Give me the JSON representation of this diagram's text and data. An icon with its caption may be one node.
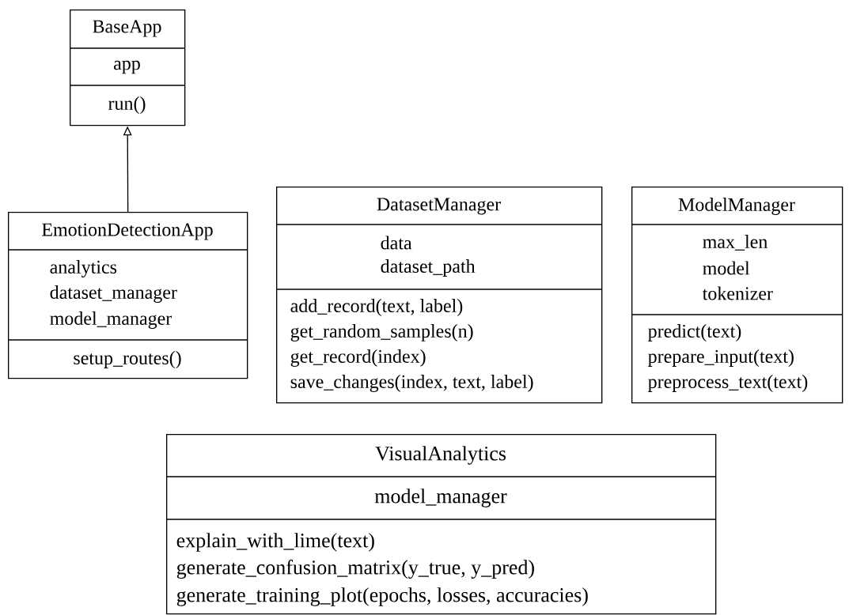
{
  "diagram": {
    "nodes": [
      {
        "text": [
          "BaseApp",
          "app",
          "run()"
        ]
      },
      {
        "text": [
          "EmotionDetectionApp",
          "analytics",
          "dataset_manager",
          "model_manager",
          "setup_routes()"
        ]
      },
      {
        "text": [
          "DatasetManager",
          "data",
          "dataset_path",
          "add_record(text, label)",
          "get_random_samples(n)",
          "get_record(index)",
          "save_changes(index, text, label)"
        ]
      },
      {
        "text": [
          "ModelManager",
          "max_len",
          "model",
          "tokenizer",
          "predict(text)",
          "prepare_input(text)",
          "preprocess_text(text)"
        ]
      },
      {
        "text": [
          "VisualAnalytics",
          "model_manager",
          "explain_with_lime(text)",
          "generate_confusion_matrix(y_true, y_pred)",
          "generate_training_plot(epochs, losses, accuracies)"
        ]
      }
    ],
    "edges": [
      {
        "from": 1,
        "to": 0,
        "arrow": "to"
      }
    ]
  }
}
